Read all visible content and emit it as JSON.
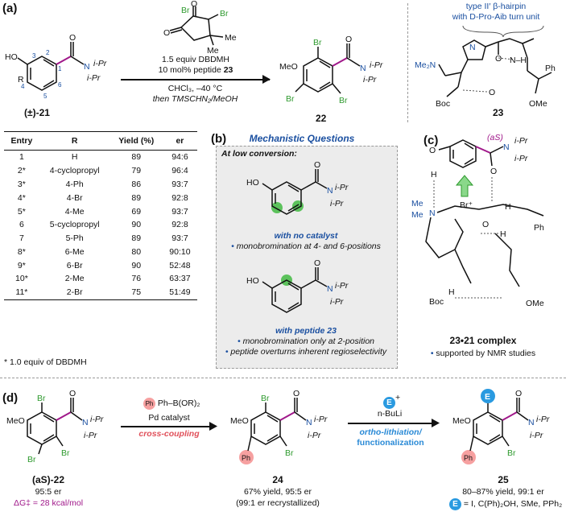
{
  "panel_a": {
    "label": "(a)",
    "reagent_name": "1.5 equiv DBDMH",
    "catalyst_line": "10 mol% peptide",
    "catalyst_num": "23",
    "conditions_1": "CHCl₃, –40 °C",
    "conditions_2": "then TMSCHN₂/MeOH",
    "sm_label": "(±)-21",
    "product_label": "22",
    "dbdmh_me1": "Me",
    "dbdmh_me2": "Me",
    "dbdmh_br1": "Br",
    "dbdmh_br2": "Br",
    "sm_ho": "HO",
    "sm_r": "R",
    "sm_n": "N",
    "sm_ipr1": "i-Pr",
    "sm_ipr2": "i-Pr",
    "pos_1": "1",
    "pos_2": "2",
    "pos_3": "3",
    "pos_4": "4",
    "pos_5": "5",
    "pos_6": "6",
    "prod_meo": "MeO",
    "prod_br": "Br",
    "prod_n": "N",
    "prod_ipr1": "i-Pr",
    "prod_ipr2": "i-Pr"
  },
  "peptide": {
    "title_1": "type II′ β-hairpin",
    "title_2": "with D-Pro-Aib turn unit",
    "label": "23",
    "me2n": "Me₂N",
    "boc": "Boc",
    "ome": "OMe",
    "ph": "Ph",
    "n": "N",
    "nh": "N–H",
    "h": "H",
    "o": "O"
  },
  "table": {
    "headers": [
      "Entry",
      "R",
      "Yield (%)",
      "er"
    ],
    "rows": [
      [
        "1",
        "H",
        "89",
        "94:6"
      ],
      [
        "2*",
        "4-cyclopropyl",
        "79",
        "96:4"
      ],
      [
        "3*",
        "4-Ph",
        "86",
        "93:7"
      ],
      [
        "4*",
        "4-Br",
        "89",
        "92:8"
      ],
      [
        "5*",
        "4-Me",
        "69",
        "93:7"
      ],
      [
        "6",
        "5-cyclopropyl",
        "90",
        "92:8"
      ],
      [
        "7",
        "5-Ph",
        "89",
        "93:7"
      ],
      [
        "8*",
        "6-Me",
        "80",
        "90:10"
      ],
      [
        "9*",
        "6-Br",
        "90",
        "52:48"
      ],
      [
        "10*",
        "2-Me",
        "76",
        "63:37"
      ],
      [
        "11*",
        "2-Br",
        "75",
        "51:49"
      ]
    ],
    "footnote": "* 1.0 equiv of DBDMH"
  },
  "panel_b": {
    "label": "(b)",
    "title": "Mechanistic Questions",
    "subtitle": "At low conversion:",
    "case1_title": "with no catalyst",
    "case1_bullet": "monobromination at 4- and 6-positions",
    "case2_title": "with peptide 23",
    "case2_bullet1": "monobromination only at 2-position",
    "case2_bullet2": "peptide overturns inherent regioselectivity",
    "ho": "HO",
    "n": "N",
    "ipr1": "i-Pr",
    "ipr2": "i-Pr"
  },
  "panel_c": {
    "label": "(c)",
    "config": "(aS)",
    "br_plus": "Br⁺",
    "complex_label": "23•21 complex",
    "note": "supported by NMR studies",
    "me": "Me",
    "n": "N",
    "boc": "Boc",
    "ome": "OMe",
    "ph": "Ph",
    "ipr1": "i-Pr",
    "ipr2": "i-Pr",
    "h": "H",
    "o": "O"
  },
  "panel_d": {
    "label": "(d)",
    "step1_reagent": "Ph–B(OR)₂",
    "step1_cat": "Pd catalyst",
    "step1_name": "cross-coupling",
    "step2_reagent": "n-BuLi",
    "step2_name_1": "ortho-lithiation/",
    "step2_name_2": "functionalization",
    "e_badge": "E",
    "eplus": "+",
    "sm_label": "(aS)-22",
    "sm_er": "95:5 er",
    "sm_dg": "ΔG‡ = 28 kcal/mol",
    "int_label": "24",
    "int_line1": "67% yield, 95:5 er",
    "int_line2": "(99:1 er recrystallized)",
    "prod_label": "25",
    "prod_line1": "80–87% yield, 99:1 er",
    "prod_line2": "= I, C(Ph)₂OH, SMe, PPh₂",
    "meo": "MeO",
    "br": "Br",
    "ph": "Ph",
    "n": "N",
    "ipr": "i-Pr"
  },
  "colors": {
    "bromine": "#2e9a2e",
    "nitrogen": "#1a4fa0",
    "axis_bond": "#a0188a",
    "cross_coupling": "#e0505a",
    "lithiation": "#2a8ad6",
    "phenyl_fill": "#f6a0a0",
    "e_fill": "#2a9ae0",
    "dg": "#a0188a"
  }
}
